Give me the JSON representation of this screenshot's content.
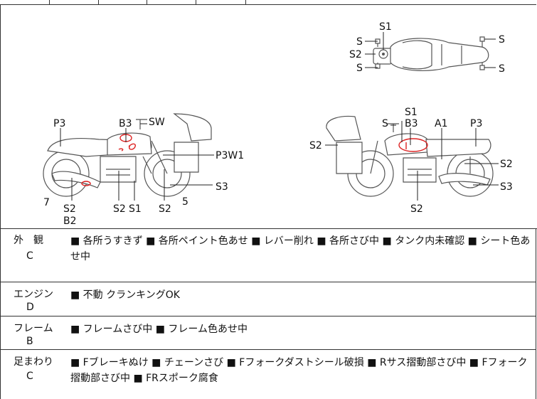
{
  "diagram": {
    "top_view": {
      "s1": "S1",
      "s_left_top": "S",
      "s2_left": "S2",
      "s_left_bottom": "S",
      "s_right_top": "S",
      "s_right_bottom": "S"
    },
    "left_side": {
      "p3": "P3",
      "b3": "B3",
      "sw": "SW",
      "p3w1": "P3W1",
      "s3": "S3",
      "n7": "7",
      "s2_front": "S2",
      "b2": "B2",
      "s2_mid": "S2",
      "s1": "S1",
      "s2_rear": "S2",
      "n5": "5"
    },
    "right_side": {
      "s": "S",
      "s1": "S1",
      "b3": "B3",
      "a1": "A1",
      "p3": "P3",
      "s2_left": "S2",
      "s2_right": "S2",
      "s3": "S3",
      "s2_bottom": "S2"
    }
  },
  "sections": [
    {
      "category": "外　観",
      "grade": "C",
      "text": "■ 各所うすきず ■ 各所ペイント色あせ ■ レバー削れ ■ 各所さび中 ■ タンク内未確認 ■ シート色あせ中"
    },
    {
      "category": "エンジン",
      "grade": "D",
      "text": "■ 不動 クランキングOK"
    },
    {
      "category": "フレーム",
      "grade": "B",
      "text": "■ フレームさび中 ■ フレーム色あせ中"
    },
    {
      "category": "足まわり",
      "grade": "C",
      "text": "■ Fブレーキぬけ ■ チェーンさび ■ Fフォークダストシール破損 ■ Rサス摺動部さび中 ■ Fフォーク摺動部さび中 ■ FRスポーク腐食"
    }
  ]
}
